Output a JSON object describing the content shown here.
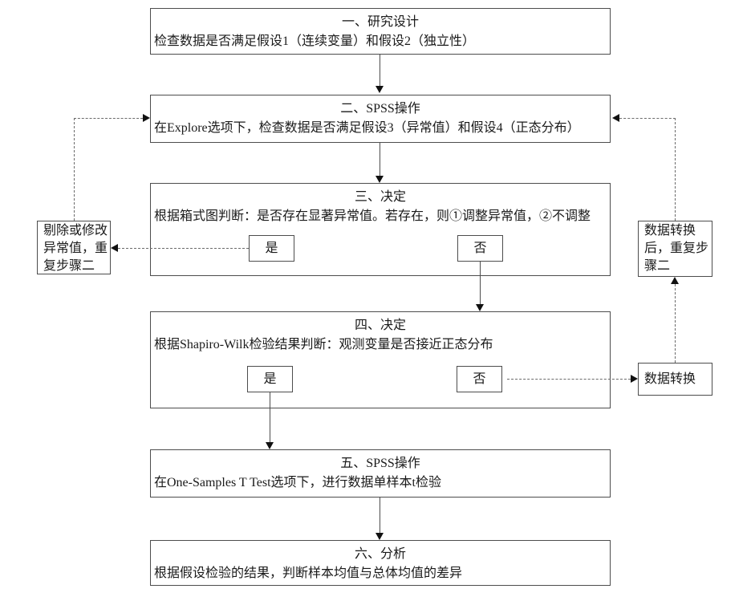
{
  "flow": {
    "title": "SPSS one-sample t-test procedure flowchart",
    "steps": [
      {
        "title": "一、研究设计",
        "body": "检查数据是否满足假设1（连续变量）和假设2（独立性）"
      },
      {
        "title": "二、SPSS操作",
        "body": "在Explore选项下，检查数据是否满足假设3（异常值）和假设4（正态分布）"
      },
      {
        "title": "三、决定",
        "body": "根据箱式图判断：是否存在显著异常值。若存在，则①调整异常值，②不调整",
        "yes": "是",
        "no": "否"
      },
      {
        "title": "四、决定",
        "body": "根据Shapiro-Wilk检验结果判断：观测变量是否接近正态分布",
        "yes": "是",
        "no": "否"
      },
      {
        "title": "五、SPSS操作",
        "body": "在One-Samples T Test选项下，进行数据单样本t检验"
      },
      {
        "title": "六、分析",
        "body": "根据假设检验的结果，判断样本均值与总体均值的差异"
      }
    ],
    "side_boxes": {
      "left_loop": "剔除或修改\n异常值，重\n复步骤二",
      "right_loop": "数据转换\n后，重复步\n骤二",
      "transform": "数据转换"
    },
    "colors": {
      "background": "#ffffff",
      "line": "#4d4d4d",
      "dashed_line": "#6b6b6b",
      "arrowhead": "#111111",
      "text": "#1a1a1a"
    }
  }
}
